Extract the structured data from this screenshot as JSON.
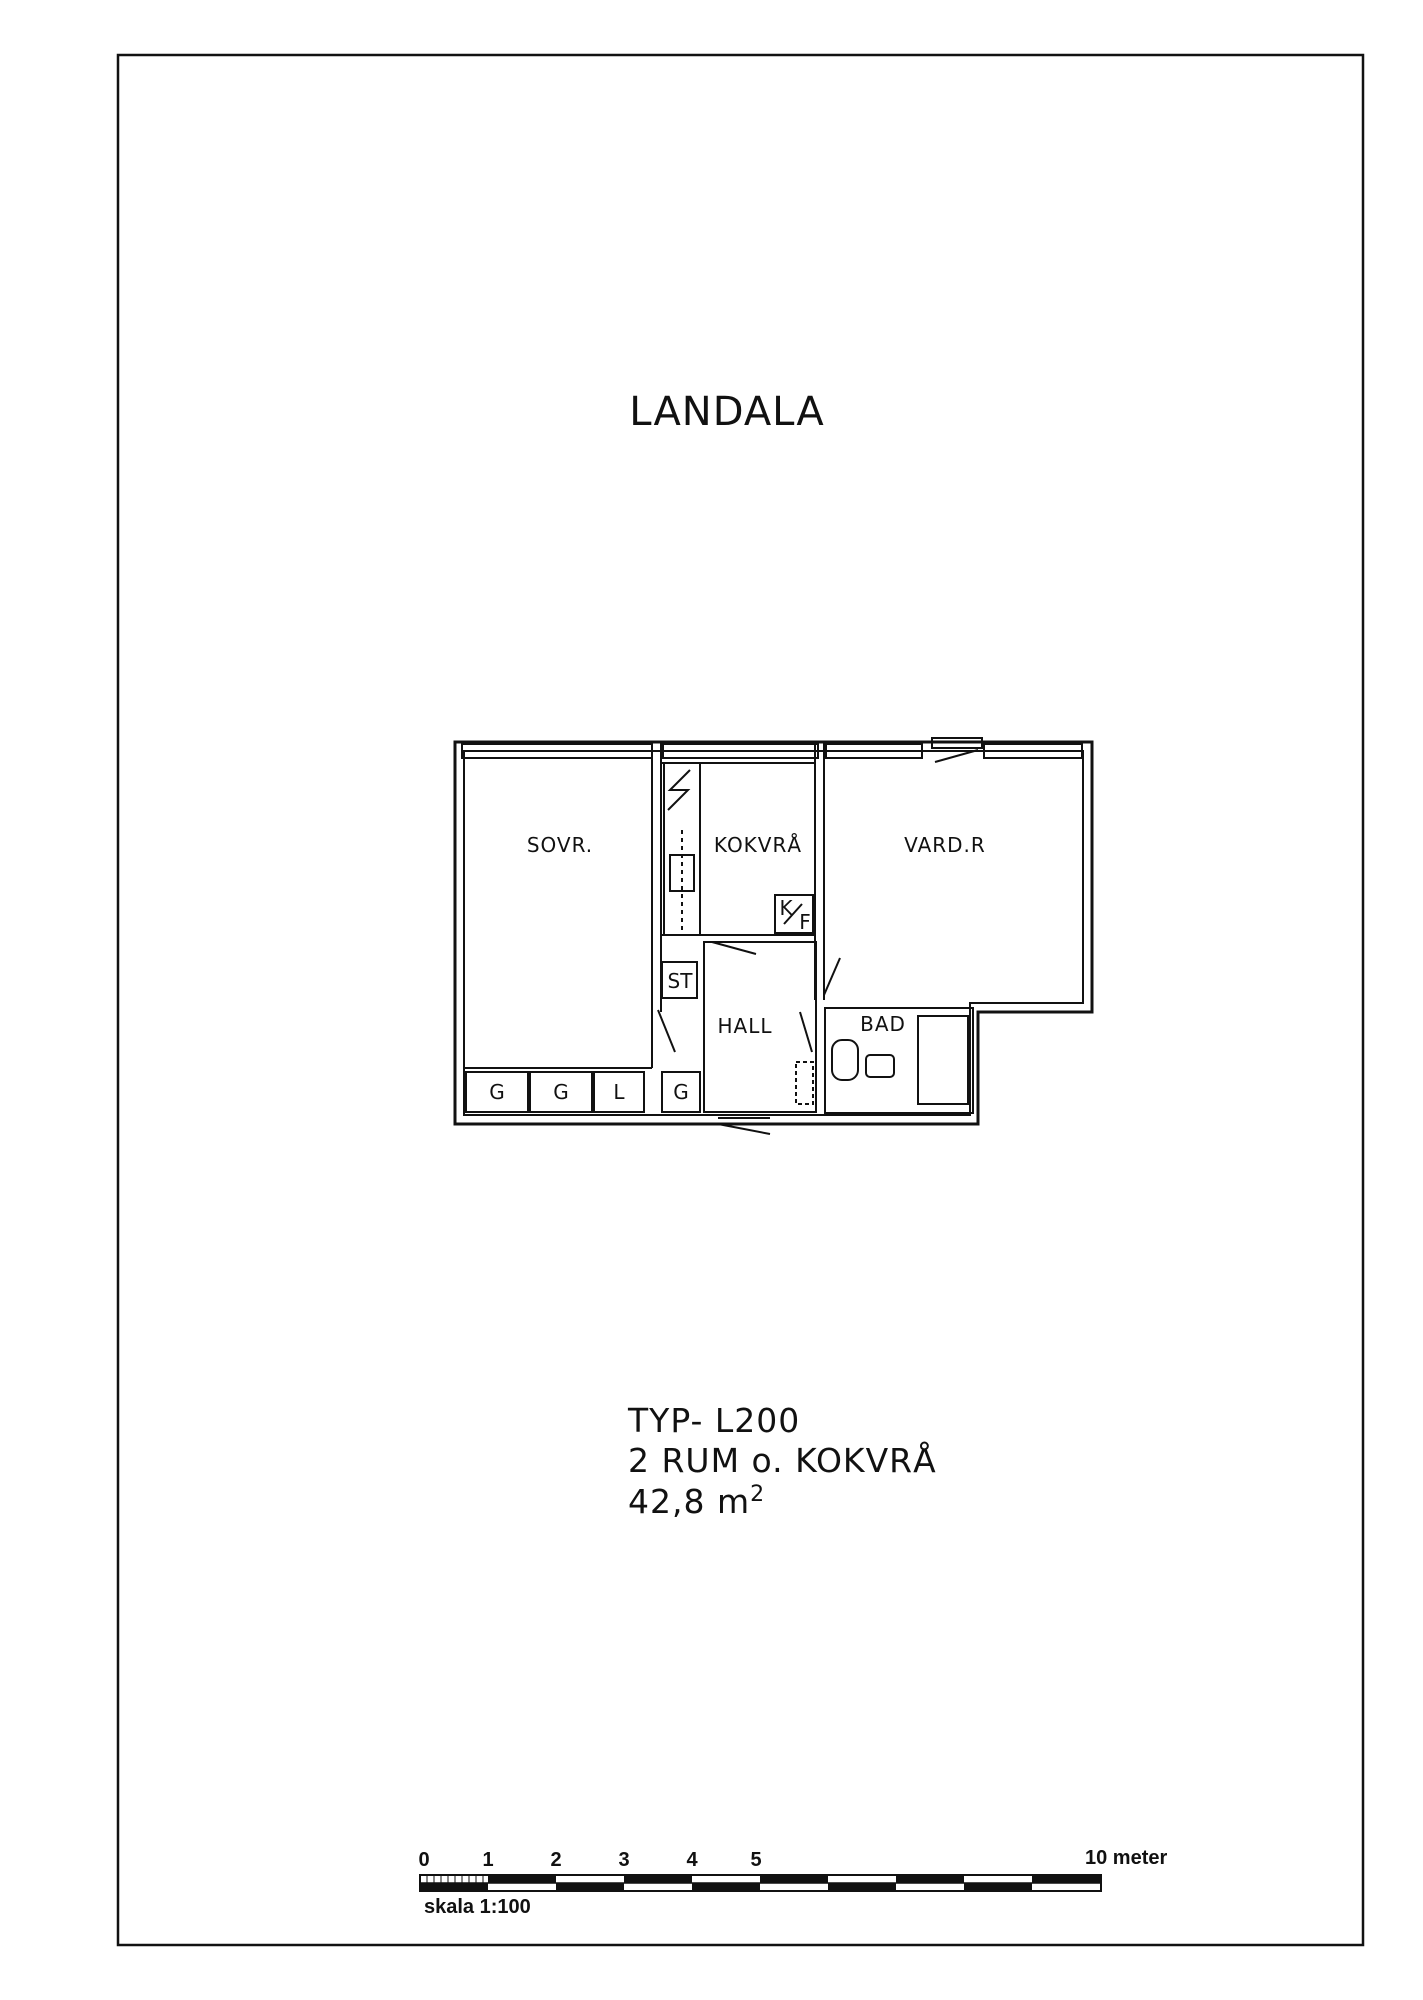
{
  "title": "LANDALA",
  "rooms": {
    "bedroom": "SOVR.",
    "kitchenette": "KOKVRÅ",
    "living": "VARD.R",
    "hall": "HALL",
    "bath": "BAD",
    "storage": "ST",
    "fridge_k": "K",
    "fridge_f": "F"
  },
  "closets": [
    "G",
    "G",
    "L",
    "G"
  ],
  "apartment": {
    "type": "TYP- L200",
    "rooms": "2 RUM o. KOKVRÅ",
    "area": "42,8 m",
    "area_sup": "2"
  },
  "scale": {
    "ticks": [
      "0",
      "1",
      "2",
      "3",
      "4",
      "5"
    ],
    "end_label": "10 meter",
    "caption": "skala 1:100"
  }
}
